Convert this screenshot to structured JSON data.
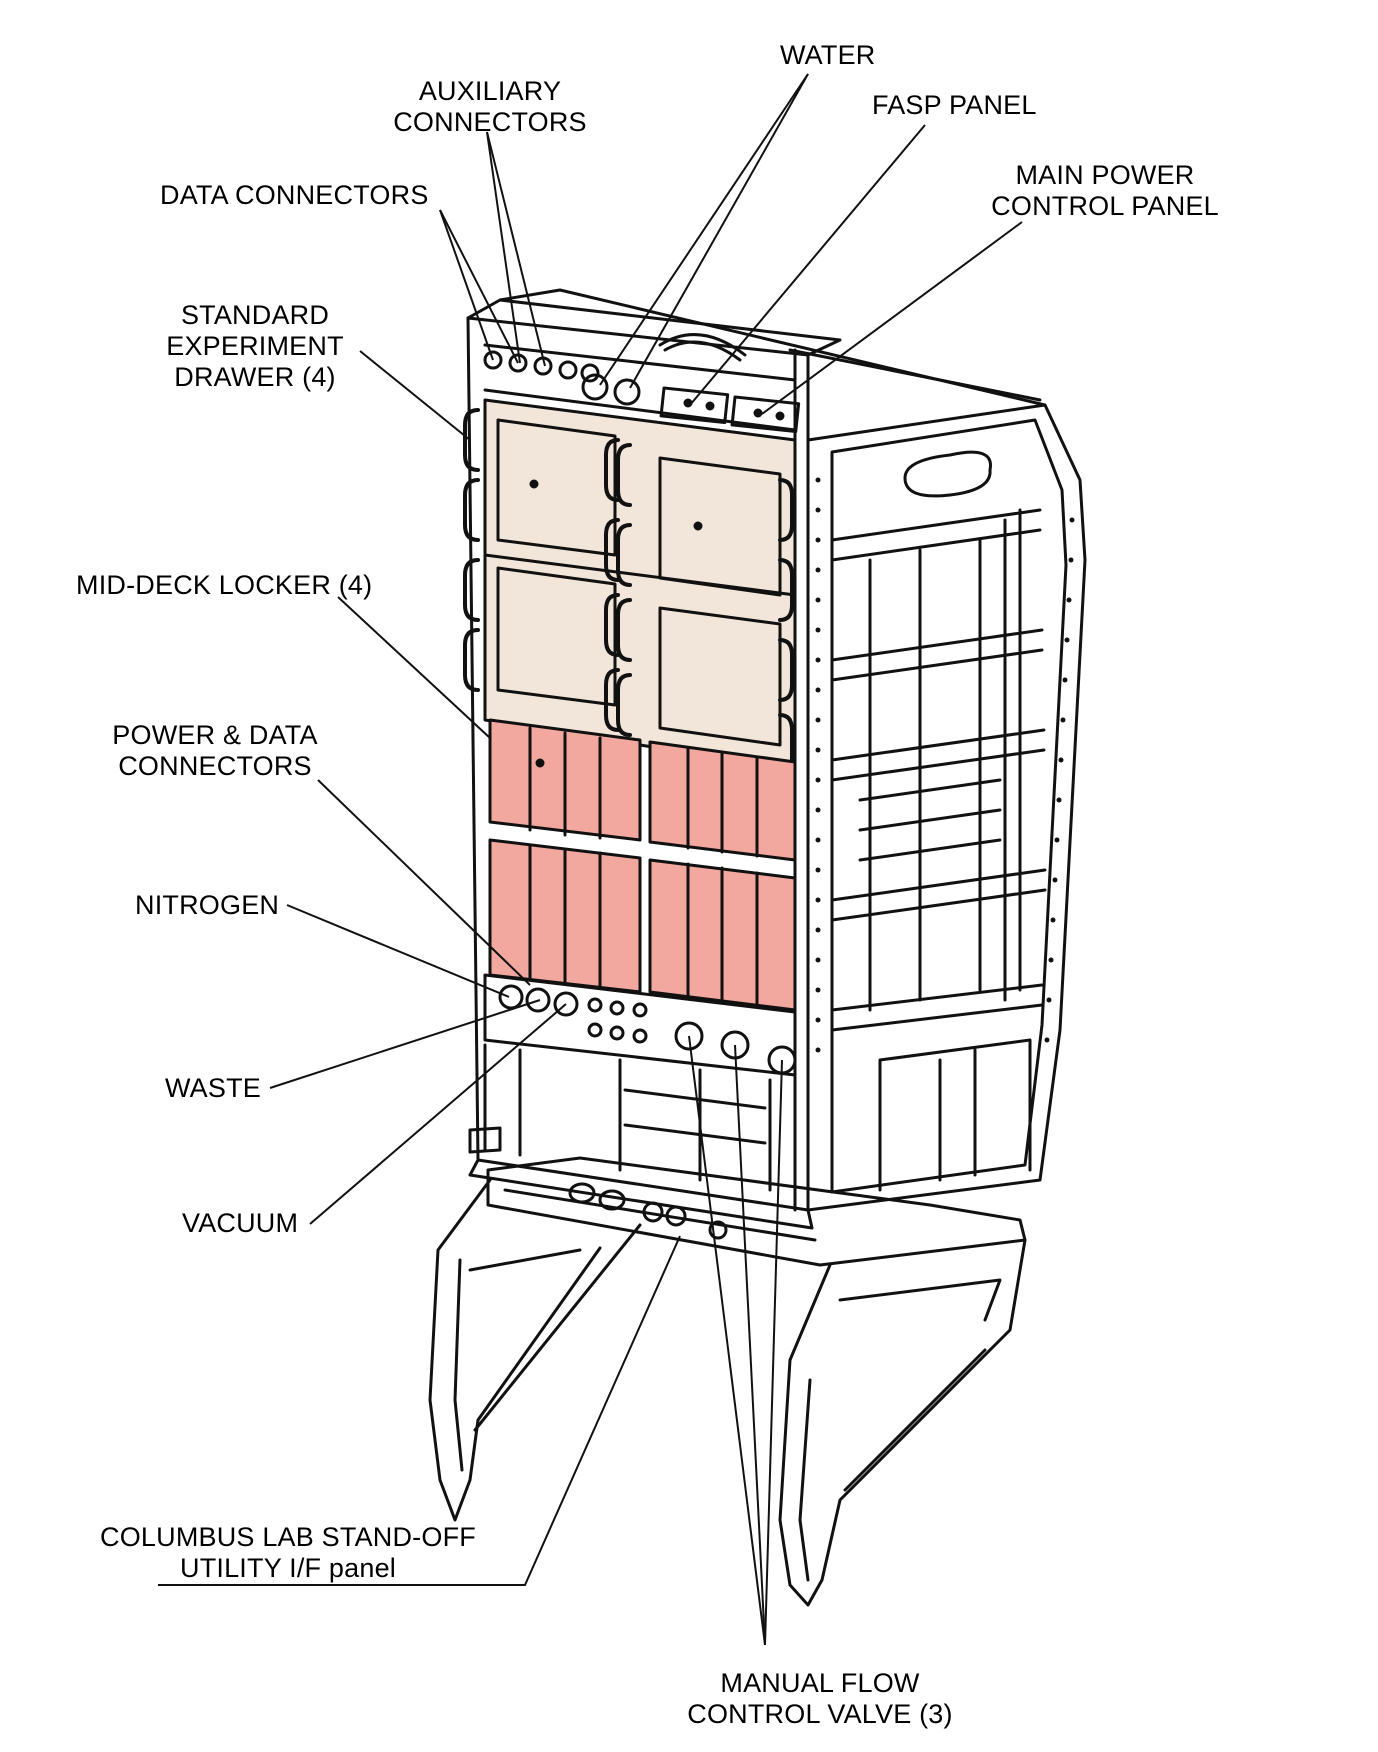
{
  "labels": {
    "water": "WATER",
    "auxiliary_connectors": [
      "AUXILIARY",
      "CONNECTORS"
    ],
    "fasp_panel": "FASP PANEL",
    "main_power_control_panel": [
      "MAIN POWER",
      "CONTROL PANEL"
    ],
    "data_connectors": "DATA CONNECTORS",
    "standard_experiment_drawer": [
      "STANDARD",
      "EXPERIMENT",
      "DRAWER (4)"
    ],
    "mid_deck_locker": "MID-DECK LOCKER (4)",
    "power_data_connectors": [
      "POWER & DATA",
      "CONNECTORS"
    ],
    "nitrogen": "NITROGEN",
    "waste": "WASTE",
    "vacuum": "VACUUM",
    "columbus_lab": [
      "COLUMBUS LAB STAND-OFF",
      "UTILITY I/F panel"
    ],
    "manual_flow_control_valve": [
      "MANUAL FLOW",
      "CONTROL VALVE (3)"
    ]
  },
  "colors": {
    "drawer_fill": "#f2e6da",
    "locker_fill": "#f2a89f",
    "line": "#111111"
  }
}
